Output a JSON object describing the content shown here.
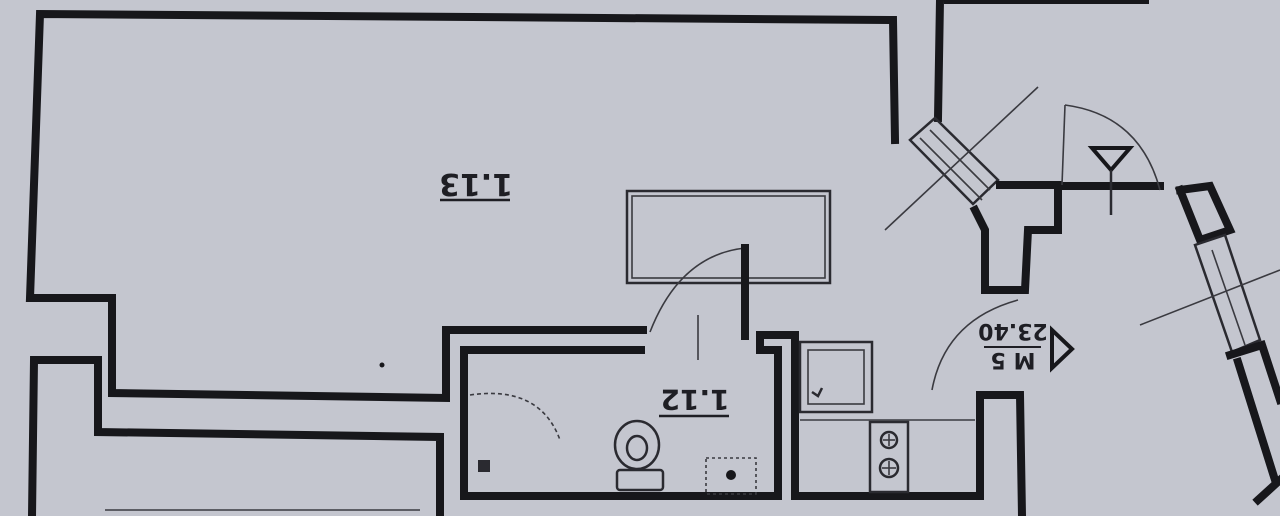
{
  "rooms": {
    "main": {
      "number": "1.13"
    },
    "bath": {
      "number": "1.12"
    },
    "corridor": {
      "number": "M 5",
      "area": "23.40"
    }
  },
  "colors": {
    "paper": "#c4c6cf",
    "ink": "#17171b"
  },
  "icons": {
    "toilet": "toilet-icon",
    "sink": "sink-icon",
    "stove": "stove-icon",
    "door_arrow": "entrance-arrow-icon"
  }
}
